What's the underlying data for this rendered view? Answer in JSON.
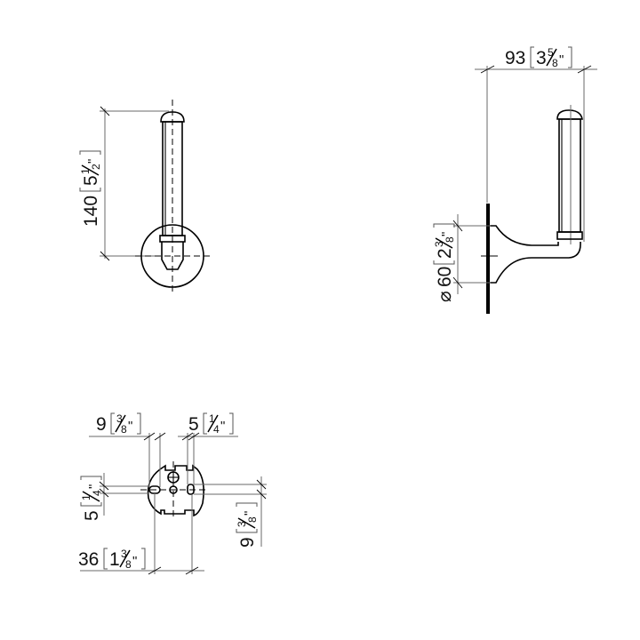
{
  "drawing": {
    "type": "technical dimension drawing",
    "subject": "toilet paper holder",
    "units": "mm [inch]"
  },
  "views": {
    "front": {
      "height_dim": {
        "mm": "140",
        "inch_whole": "5",
        "inch_num": "1",
        "inch_den": "2",
        "label": "140 [5½\"]"
      }
    },
    "side": {
      "projection_dim": {
        "mm": "93",
        "inch_whole": "3",
        "inch_num": "5",
        "inch_den": "8",
        "label": "93 [3⅝\"]"
      },
      "rosette_dim": {
        "symbol": "⌀",
        "mm": "60",
        "inch_whole": "2",
        "inch_num": "3",
        "inch_den": "8",
        "label": "⌀60 [2⅜\"]"
      }
    },
    "mounting_plate": {
      "left_slot_width": {
        "mm": "9",
        "inch_num": "3",
        "inch_den": "8",
        "label": "9 [⅜\"]"
      },
      "right_slot_width": {
        "mm": "5",
        "inch_num": "1",
        "inch_den": "4",
        "label": "5 [¼\"]"
      },
      "left_slot_height": {
        "mm": "5",
        "inch_num": "1",
        "inch_den": "4",
        "label": "5 [¼\"]"
      },
      "right_slot_height": {
        "mm": "9",
        "inch_num": "3",
        "inch_den": "8",
        "label": "9 [⅜\"]"
      },
      "hole_spacing": {
        "mm": "36",
        "inch_whole": "1",
        "inch_num": "3",
        "inch_den": "8",
        "label": "36 [1⅜\"]"
      }
    }
  },
  "colors": {
    "line": "#000000",
    "dimension": "#6a6a6a",
    "background": "#ffffff"
  }
}
